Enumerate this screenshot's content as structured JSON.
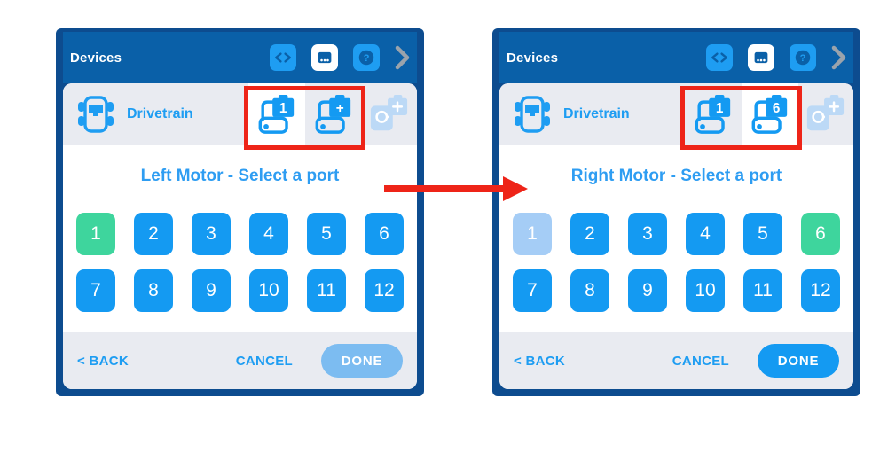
{
  "colors": {
    "panel_frame": "#0d4c8f",
    "header_blue": "#0a60a8",
    "accent_blue": "#1e9df2",
    "port_blue": "#149af2",
    "port_selected_green": "#3ed59d",
    "port_taken_blue": "#a5cdf6",
    "row_gray": "#e9ebf1",
    "highlight_red": "#ee2418",
    "done_disabled_blue": "#7cbcf1"
  },
  "arrow": {
    "direction": "right",
    "color": "#ee2418"
  },
  "panels": [
    {
      "header": {
        "title": "Devices",
        "icons": [
          "code-icon",
          "brain-port-icon",
          "help-icon",
          "chevron-right-icon"
        ]
      },
      "device": {
        "label": "Drivetrain",
        "icon": "drivetrain-icon"
      },
      "toolbar": {
        "motor1": {
          "badge": "1",
          "state": "active"
        },
        "motor2": {
          "badge": "+",
          "state": "inactive"
        },
        "gyro": {
          "badge": "+",
          "state": "disabled"
        }
      },
      "heading": "Left Motor - Select a port",
      "ports": [
        {
          "label": "1",
          "state": "selected"
        },
        {
          "label": "2",
          "state": "normal"
        },
        {
          "label": "3",
          "state": "normal"
        },
        {
          "label": "4",
          "state": "normal"
        },
        {
          "label": "5",
          "state": "normal"
        },
        {
          "label": "6",
          "state": "normal"
        },
        {
          "label": "7",
          "state": "normal"
        },
        {
          "label": "8",
          "state": "normal"
        },
        {
          "label": "9",
          "state": "normal"
        },
        {
          "label": "10",
          "state": "normal"
        },
        {
          "label": "11",
          "state": "normal"
        },
        {
          "label": "12",
          "state": "normal"
        }
      ],
      "footer": {
        "back": "< BACK",
        "cancel": "CANCEL",
        "done": "DONE",
        "done_state": "disabled"
      }
    },
    {
      "header": {
        "title": "Devices",
        "icons": [
          "code-icon",
          "brain-port-icon",
          "help-icon",
          "chevron-right-icon"
        ]
      },
      "device": {
        "label": "Drivetrain",
        "icon": "drivetrain-icon"
      },
      "toolbar": {
        "motor1": {
          "badge": "1",
          "state": "inactive"
        },
        "motor2": {
          "badge": "6",
          "state": "active"
        },
        "gyro": {
          "badge": "+",
          "state": "disabled"
        }
      },
      "heading": "Right Motor - Select a port",
      "ports": [
        {
          "label": "1",
          "state": "taken"
        },
        {
          "label": "2",
          "state": "normal"
        },
        {
          "label": "3",
          "state": "normal"
        },
        {
          "label": "4",
          "state": "normal"
        },
        {
          "label": "5",
          "state": "normal"
        },
        {
          "label": "6",
          "state": "selected"
        },
        {
          "label": "7",
          "state": "normal"
        },
        {
          "label": "8",
          "state": "normal"
        },
        {
          "label": "9",
          "state": "normal"
        },
        {
          "label": "10",
          "state": "normal"
        },
        {
          "label": "11",
          "state": "normal"
        },
        {
          "label": "12",
          "state": "normal"
        }
      ],
      "footer": {
        "back": "< BACK",
        "cancel": "CANCEL",
        "done": "DONE",
        "done_state": "enabled"
      }
    }
  ]
}
